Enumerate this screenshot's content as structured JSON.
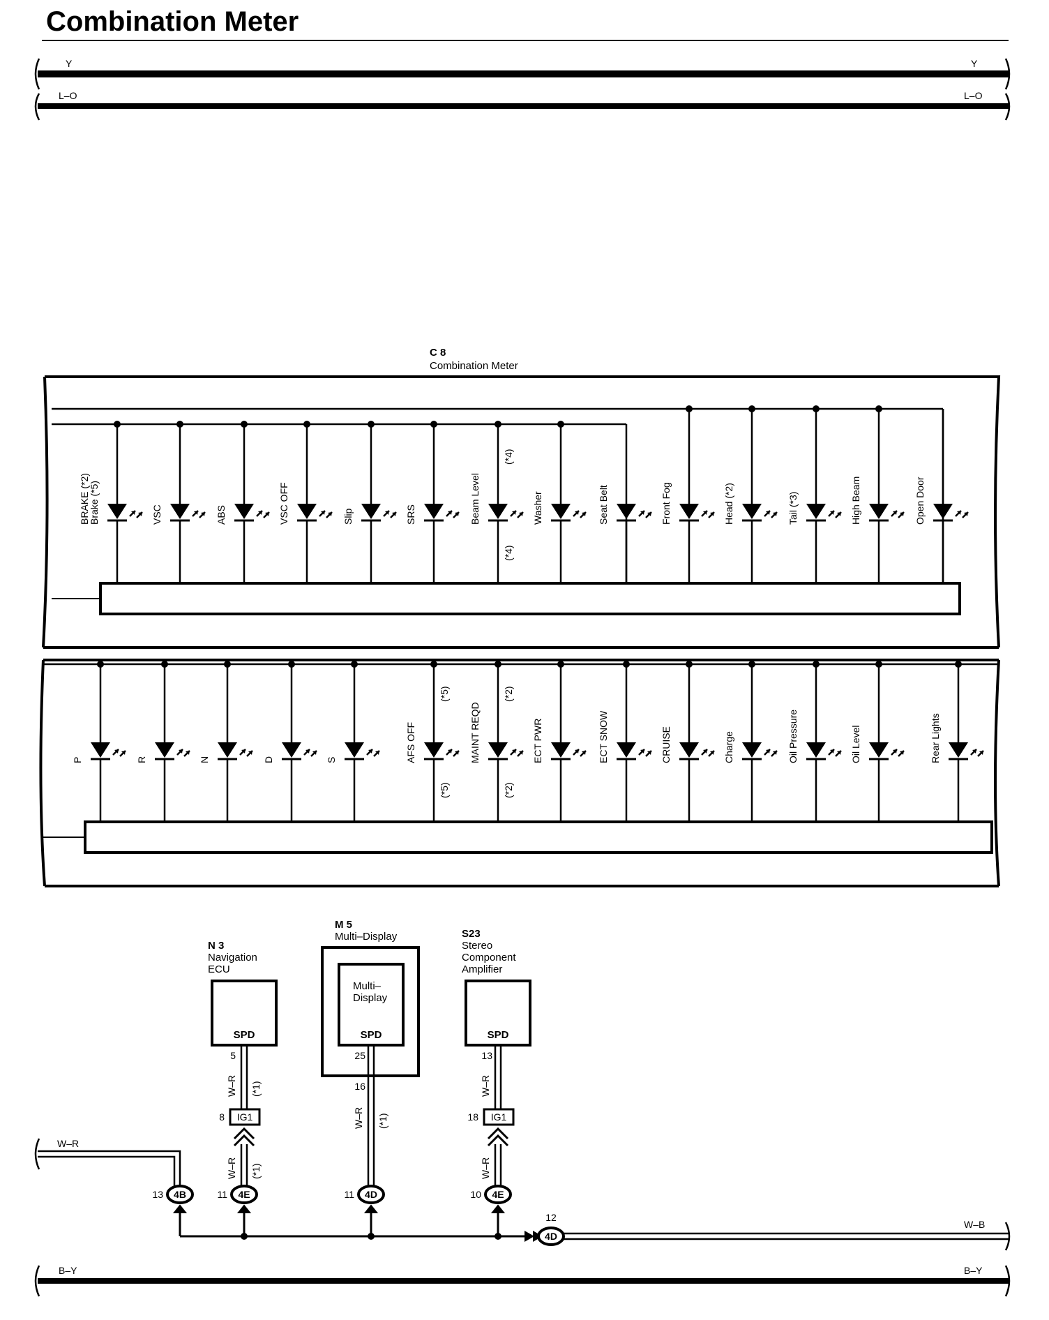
{
  "title": "Combination Meter",
  "wires": {
    "top_y_left": "Y",
    "top_y_right": "Y",
    "top_lo_left": "L–O",
    "top_lo_right": "L–O",
    "bottom_wr": "W–R",
    "bottom_wb": "W–B",
    "bottom_by_left": "B–Y",
    "bottom_by_right": "B–Y"
  },
  "meter": {
    "code": "C 8",
    "name": "Combination Meter"
  },
  "upper_lamps": [
    {
      "label": "BRAKE (*2)",
      "label2": "Brake (*5)",
      "note_top": "",
      "note_bottom": ""
    },
    {
      "label": "VSC",
      "label2": "",
      "note_top": "",
      "note_bottom": ""
    },
    {
      "label": "ABS",
      "label2": "",
      "note_top": "",
      "note_bottom": ""
    },
    {
      "label": "VSC OFF",
      "label2": "",
      "note_top": "",
      "note_bottom": ""
    },
    {
      "label": "Slip",
      "label2": "",
      "note_top": "",
      "note_bottom": ""
    },
    {
      "label": "SRS",
      "label2": "",
      "note_top": "",
      "note_bottom": ""
    },
    {
      "label": "Beam Level",
      "label2": "",
      "note_top": "(*4)",
      "note_bottom": "(*4)"
    },
    {
      "label": "Washer",
      "label2": "",
      "note_top": "",
      "note_bottom": ""
    },
    {
      "label": "Seat Belt",
      "label2": "",
      "note_top": "",
      "note_bottom": ""
    },
    {
      "label": "Front Fog",
      "label2": "",
      "note_top": "",
      "note_bottom": ""
    },
    {
      "label": "Head (*2)",
      "label2": "",
      "note_top": "",
      "note_bottom": ""
    },
    {
      "label": "Tail (*3)",
      "label2": "",
      "note_top": "",
      "note_bottom": ""
    },
    {
      "label": "High Beam",
      "label2": "",
      "note_top": "",
      "note_bottom": ""
    },
    {
      "label": "Open Door",
      "label2": "",
      "note_top": "",
      "note_bottom": ""
    }
  ],
  "lower_lamps": [
    {
      "label": "P",
      "note_top": "",
      "note_bottom": ""
    },
    {
      "label": "R",
      "note_top": "",
      "note_bottom": ""
    },
    {
      "label": "N",
      "note_top": "",
      "note_bottom": ""
    },
    {
      "label": "D",
      "note_top": "",
      "note_bottom": ""
    },
    {
      "label": "S",
      "note_top": "",
      "note_bottom": ""
    },
    {
      "label": "AFS OFF",
      "note_top": "(*5)",
      "note_bottom": "(*5)"
    },
    {
      "label": "MAINT REQD",
      "note_top": "(*2)",
      "note_bottom": "(*2)"
    },
    {
      "label": "ECT PWR",
      "note_top": "",
      "note_bottom": ""
    },
    {
      "label": "ECT SNOW",
      "note_top": "",
      "note_bottom": ""
    },
    {
      "label": "CRUISE",
      "note_top": "",
      "note_bottom": ""
    },
    {
      "label": "Charge",
      "note_top": "",
      "note_bottom": ""
    },
    {
      "label": "Oil Pressure",
      "note_top": "",
      "note_bottom": ""
    },
    {
      "label": "Oil Level",
      "note_top": "",
      "note_bottom": ""
    },
    {
      "label": "Rear Lights",
      "note_top": "",
      "note_bottom": ""
    }
  ],
  "components": {
    "n3": {
      "code": "N 3",
      "name1": "Navigation",
      "name2": "ECU",
      "terminal": "SPD",
      "pin": "5",
      "wire": "W–R",
      "note": "(*1)"
    },
    "m5": {
      "code": "M 5",
      "name": "Multi–Display",
      "inner1": "Multi–",
      "inner2": "Display",
      "terminal": "SPD",
      "pin_inner": "25",
      "pin_outer": "16",
      "wire": "W–R",
      "note": "(*1)"
    },
    "s23": {
      "code": "S23",
      "name1": "Stereo",
      "name2": "Component",
      "name3": "Amplifier",
      "terminal": "SPD",
      "pin": "13",
      "wire": "W–R"
    }
  },
  "ig1_connectors": [
    {
      "label": "IG1",
      "pin": "8",
      "wire": "W–R",
      "note": "(*1)"
    },
    {
      "label": "IG1",
      "pin": "18",
      "wire": "W–R"
    }
  ],
  "junctions": [
    {
      "label": "4B",
      "pin": "13"
    },
    {
      "label": "4E",
      "pin": "11"
    },
    {
      "label": "4D",
      "pin": "11"
    },
    {
      "label": "4E",
      "pin": "10"
    },
    {
      "label": "4D",
      "pin": "12"
    }
  ]
}
